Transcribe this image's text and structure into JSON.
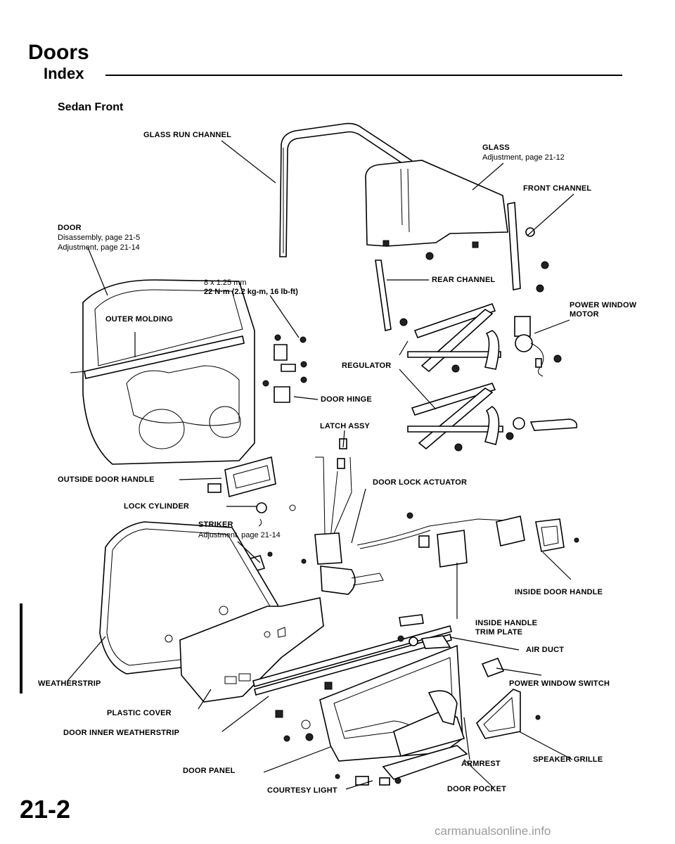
{
  "page": {
    "title": "Doors",
    "section": "Index",
    "subtitle": "Sedan Front",
    "page_number": "21-2",
    "watermark": "carmanualsonline.info"
  },
  "labels": {
    "glass_run_channel": "GLASS RUN CHANNEL",
    "glass": "GLASS",
    "glass_sub": "Adjustment, page 21-12",
    "front_channel": "FRONT CHANNEL",
    "door": "DOOR",
    "door_sub1": "Disassembly, page 21-5",
    "door_sub2": "Adjustment, page 21-14",
    "torque1": "8 x 1.25 mm",
    "torque2": "22 N·m (2.2 kg-m, 16 lb-ft)",
    "rear_channel": "REAR CHANNEL",
    "power_window_motor1": "POWER WINDOW",
    "power_window_motor2": "MOTOR",
    "outer_molding": "OUTER MOLDING",
    "regulator": "REGULATOR",
    "door_hinge": "DOOR HINGE",
    "latch_assy": "LATCH ASSY",
    "outside_door_handle": "OUTSIDE DOOR HANDLE",
    "door_lock_actuator": "DOOR LOCK ACTUATOR",
    "lock_cylinder": "LOCK CYLINDER",
    "striker": "STRIKER",
    "striker_sub": "Adjustment, page 21-14",
    "inside_door_handle": "INSIDE DOOR HANDLE",
    "inside_handle_trim_plate1": "INSIDE HANDLE",
    "inside_handle_trim_plate2": "TRIM PLATE",
    "air_duct": "AIR DUCT",
    "weatherstrip": "WEATHERSTRIP",
    "power_window_switch": "POWER WINDOW SWITCH",
    "plastic_cover": "PLASTIC COVER",
    "door_inner_weatherstrip": "DOOR INNER WEATHERSTRIP",
    "door_panel": "DOOR PANEL",
    "armrest": "ARMREST",
    "speaker_grille": "SPEAKER GRILLE",
    "courtesy_light": "COURTESY LIGHT",
    "door_pocket": "DOOR POCKET"
  }
}
